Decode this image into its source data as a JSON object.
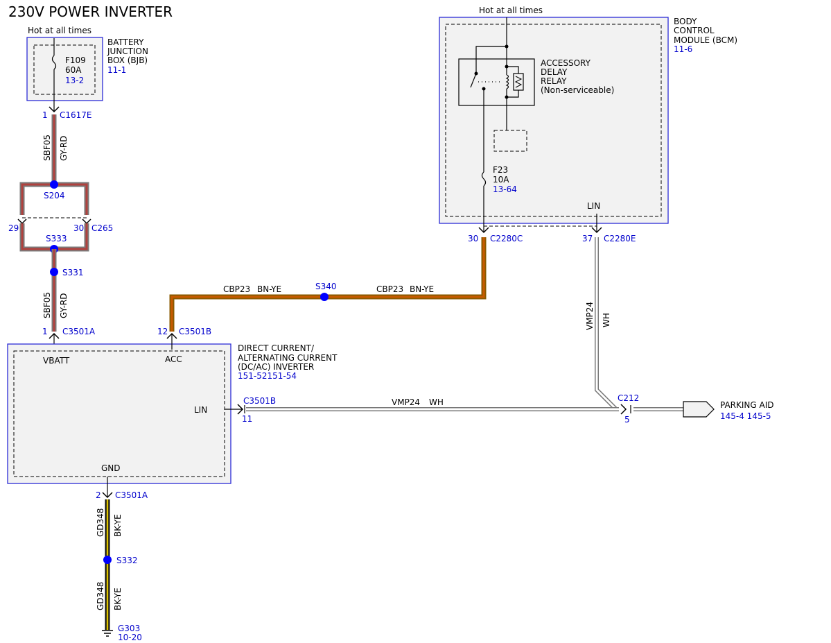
{
  "title": "230V POWER INVERTER",
  "colors": {
    "module_border": "#2b2bd6",
    "ref_text": "#0000cc",
    "splice": "#0000ff",
    "wire_gy_rd_core": "#b0413e",
    "wire_gy_rd_outer": "#7a7a7a",
    "wire_bn_ye_core": "#c75a00",
    "wire_bn_ye_outer": "#8a5a00",
    "wire_bk_ye_core": "#e0c400",
    "wire_bk_ye_outer": "#111111",
    "wire_wh": "#ffffff"
  },
  "power_notes": {
    "bjb": "Hot at all times",
    "bcm": "Hot at all times"
  },
  "modules": {
    "bjb": {
      "name_lines": [
        "BATTERY",
        "JUNCTION",
        "BOX (BJB)"
      ],
      "ref": "11-1",
      "fuse_id": "F109",
      "fuse_rating": "60A",
      "fuse_ref": "13-2"
    },
    "bcm": {
      "name_lines": [
        "BODY",
        "CONTROL",
        "MODULE (BCM)"
      ],
      "ref": "11-6",
      "relay_lines": [
        "ACCESSORY",
        "DELAY",
        "RELAY",
        "(Non-serviceable)"
      ],
      "fuse_id": "F23",
      "fuse_rating": "10A",
      "fuse_ref": "13-64",
      "lin_label": "LIN"
    },
    "inverter": {
      "name_lines": [
        "DIRECT CURRENT/",
        "ALTERNATING CURRENT",
        "(DC/AC) INVERTER"
      ],
      "ref": "151-52151-54",
      "pin_vbatt": "VBATT",
      "pin_acc": "ACC",
      "pin_lin": "LIN",
      "pin_gnd": "GND"
    },
    "parking_aid": {
      "name": "PARKING AID",
      "ref": "145-4 145-5"
    }
  },
  "connectors": {
    "c1617e": {
      "pin": "1",
      "name": "C1617E"
    },
    "c265_a": {
      "pin": "29"
    },
    "c265_b": {
      "pin": "30",
      "name": "C265"
    },
    "c3501a_top": {
      "pin": "1",
      "name": "C3501A"
    },
    "c3501b_top": {
      "pin": "12",
      "name": "C3501B"
    },
    "c2280c": {
      "pin": "30",
      "name": "C2280C"
    },
    "c2280e": {
      "pin": "37",
      "name": "C2280E"
    },
    "c3501b_lin": {
      "pin": "11",
      "name": "C3501B"
    },
    "c212": {
      "pin": "5",
      "name": "C212"
    },
    "c3501a_gnd": {
      "pin": "2",
      "name": "C3501A"
    }
  },
  "splices": {
    "s204": "S204",
    "s333": "S333",
    "s331": "S331",
    "s340": "S340",
    "s332": "S332"
  },
  "ground": {
    "name": "G303",
    "ref": "10-20"
  },
  "wires": {
    "sbf05_upper": {
      "circuit": "SBF05",
      "color": "GY-RD"
    },
    "sbf05_lower": {
      "circuit": "SBF05",
      "color": "GY-RD"
    },
    "cbp23_left": {
      "circuit": "CBP23",
      "color": "BN-YE"
    },
    "cbp23_right": {
      "circuit": "CBP23",
      "color": "BN-YE"
    },
    "vmp24_vertical": {
      "circuit": "VMP24",
      "color": "WH"
    },
    "vmp24_horizontal": {
      "circuit": "VMP24",
      "color": "WH"
    },
    "gd348_upper": {
      "circuit": "GD348",
      "color": "BK-YE"
    },
    "gd348_lower": {
      "circuit": "GD348",
      "color": "BK-YE"
    }
  }
}
